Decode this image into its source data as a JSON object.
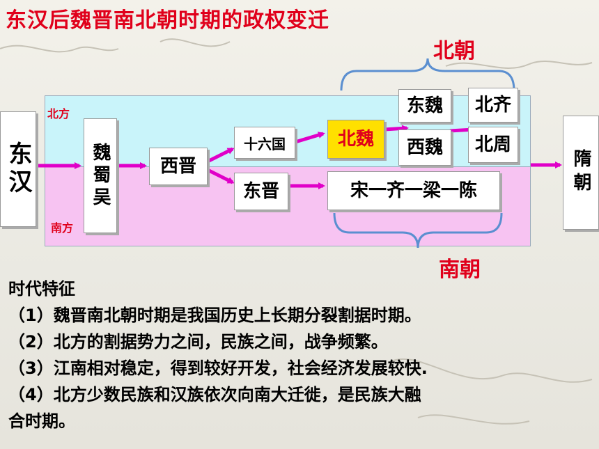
{
  "title": "东汉后魏晋南北朝时期的政权变迁",
  "regions": {
    "north": "北方",
    "south": "南方"
  },
  "nodes": {
    "donghan": "东汉",
    "weishuwu": "魏蜀吴",
    "xijin": "西晋",
    "shiliuguo": "十六国",
    "beiwei": "北魏",
    "dongwei": "东魏",
    "xiwei": "西魏",
    "beiqi": "北齐",
    "beizhou": "北周",
    "dongjin": "东晋",
    "southern_dynasties": "宋一齐一梁一陈",
    "sui": "隋朝"
  },
  "brace_labels": {
    "north": "北朝",
    "south": "南朝"
  },
  "features": {
    "heading": "时代特征",
    "items": [
      "（1）魏晋南北朝时期是我国历史上长期分裂割据时期。",
      "（2）北方的割据势力之间，民族之间，战争频繁。",
      "（3）江南相对稳定，得到较好开发，社会经济发展较快.",
      "（4）北方少数民族和汉族依次向南大迁徙，是民族大融",
      "合时期。"
    ]
  },
  "colors": {
    "title": "#e0001b",
    "north_panel": "#c9f4fa",
    "south_panel": "#f7c3f2",
    "highlight": "#ffe000",
    "arrow": "#e000c8",
    "brace": "#5b8fd0"
  }
}
